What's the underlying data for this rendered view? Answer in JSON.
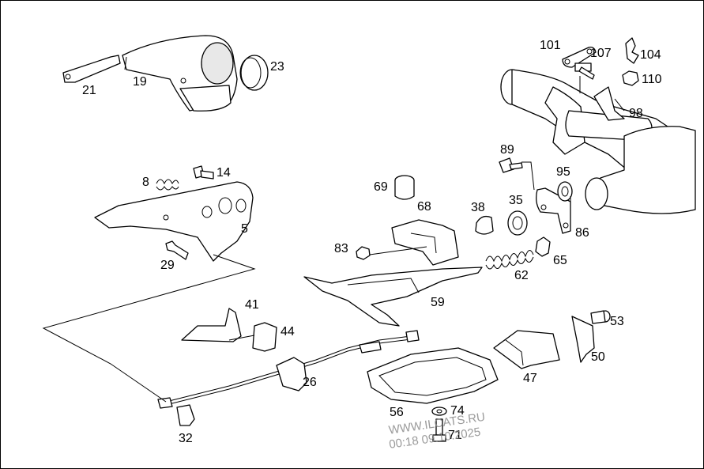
{
  "diagram": {
    "part_labels": [
      "101",
      "107",
      "104",
      "110",
      "98",
      "23",
      "21",
      "19",
      "89",
      "95",
      "35",
      "38",
      "86",
      "65",
      "62",
      "69",
      "68",
      "83",
      "59",
      "8",
      "14",
      "5",
      "29",
      "41",
      "44",
      "53",
      "50",
      "47",
      "26",
      "56",
      "74",
      "71",
      "32"
    ],
    "watermark": {
      "line1": "WWW.ILCATS.RU",
      "line2": "00:18 09.10.2025"
    }
  }
}
